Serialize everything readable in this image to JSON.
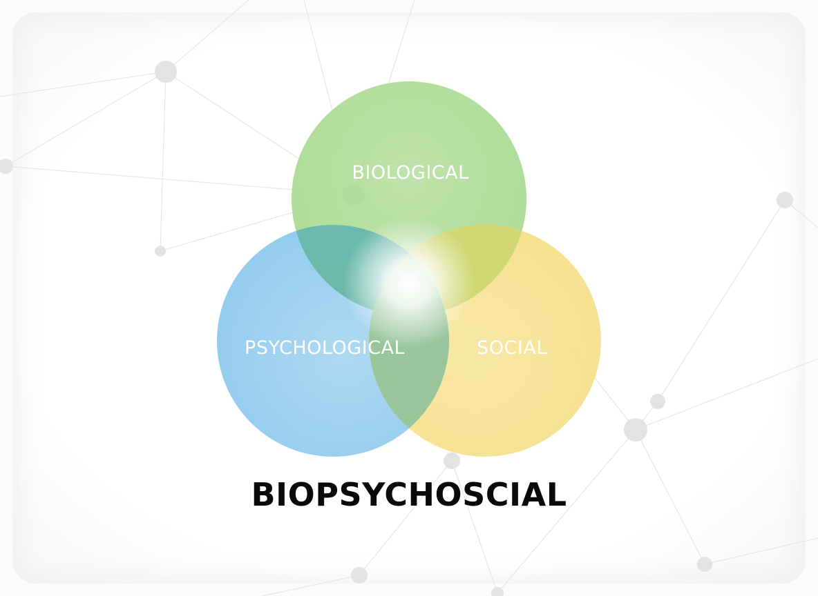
{
  "diagram": {
    "type": "venn",
    "title": "BIOPSYCHOSCIAL",
    "sets": [
      {
        "key": "biological",
        "label": "BIOLOGICAL",
        "color": "#a9d98f"
      },
      {
        "key": "psychological",
        "label": "PSYCHOLOGICAL",
        "color": "#8cc8ec"
      },
      {
        "key": "social",
        "label": "SOCIAL",
        "color": "#f6e08a"
      }
    ],
    "overlap_colors": {
      "biological_psychological": "#5fb39a",
      "biological_social": "#c6d46a",
      "psychological_social": "#86bf9c",
      "center_glow": "#ffffff"
    },
    "background": {
      "style": "network-nodes",
      "line_color": "#e6e6e6",
      "node_color": "#e3e3e3"
    }
  }
}
